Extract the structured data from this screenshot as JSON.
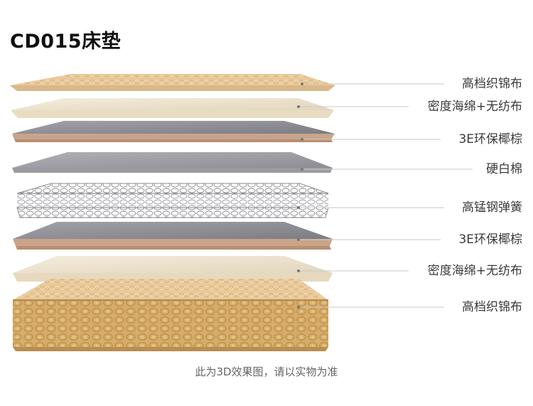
{
  "title": "CD015床垫",
  "layers": [
    {
      "name": "高档织锦布"
    },
    {
      "name": "密度海绵+无纺布"
    },
    {
      "name": "3E环保椰棕"
    },
    {
      "name": "硬白棉"
    },
    {
      "name": "高锰钢弹簧"
    },
    {
      "name": "3E环保椰棕"
    },
    {
      "name": "密度海绵+无纺布"
    },
    {
      "name": "高档织锦布"
    }
  ],
  "caption": "此为3D效果图，请以实物为准",
  "colors": {
    "fabric": "#e9c99a",
    "foam": "#ede3cf",
    "coir_top": "#8a8a90",
    "coir_edge": "#c8a58c",
    "cotton": "#9d9da3",
    "spring": "#a9a9ae",
    "base": "#d4aa66",
    "leader": "#c9c9c9"
  }
}
